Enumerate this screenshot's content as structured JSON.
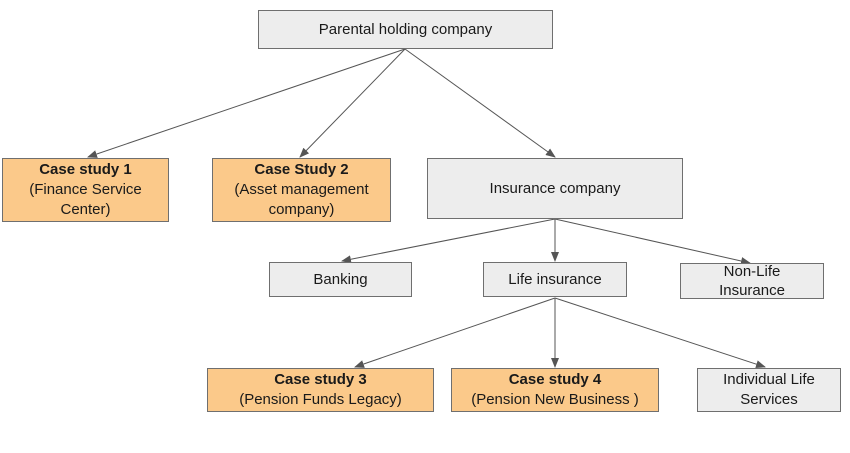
{
  "nodes": {
    "parent": {
      "title": "Parental holding company"
    },
    "case1": {
      "title": "Case study 1",
      "subtitle": "(Finance Service Center)"
    },
    "case2": {
      "title": "Case Study 2",
      "subtitle": "(Asset management company)"
    },
    "insurance": {
      "title": "Insurance company"
    },
    "banking": {
      "title": "Banking"
    },
    "life": {
      "title": "Life insurance"
    },
    "nonlife": {
      "title": "Non-Life Insurance"
    },
    "case3": {
      "title": "Case study 3",
      "subtitle": "(Pension Funds Legacy)"
    },
    "case4": {
      "title": "Case study 4",
      "subtitle": "(Pension New Business )"
    },
    "individual": {
      "title": "Individual Life Services"
    }
  },
  "colors": {
    "case_study_fill": "#fbc98a",
    "default_fill": "#ededed",
    "border": "#6f6f6f",
    "arrow": "#555555"
  }
}
